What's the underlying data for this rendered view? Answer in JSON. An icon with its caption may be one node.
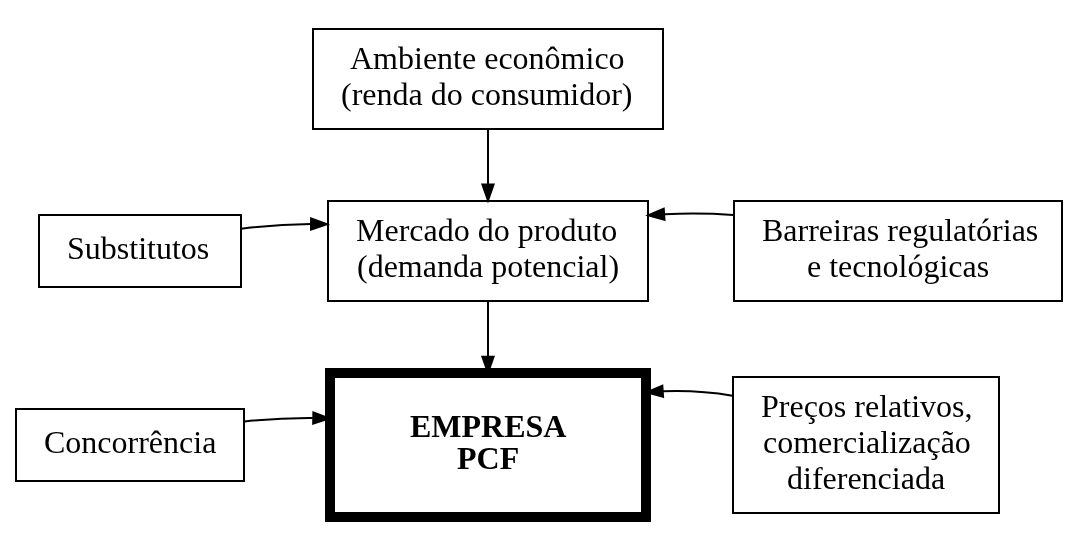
{
  "diagram": {
    "nodes": [
      {
        "text": [
          "Ambiente econômico (renda do consumidor)"
        ]
      },
      {
        "text": [
          "Substitutos"
        ]
      },
      {
        "text": [
          "Mercado do produto (demanda potencial)"
        ]
      },
      {
        "text": [
          "Barreiras regulatórias e tecnológicas"
        ]
      },
      {
        "text": [
          "Concorrência"
        ]
      },
      {
        "text": [
          "EMPRESA PCF"
        ]
      },
      {
        "text": [
          "Preços relativos, comercialização diferenciada"
        ]
      }
    ],
    "edges": [
      {
        "from": 0,
        "to": 2,
        "arrow": "to"
      },
      {
        "from": 1,
        "to": 2,
        "arrow": "to"
      },
      {
        "from": 3,
        "to": 2,
        "arrow": "to"
      },
      {
        "from": 2,
        "to": 5,
        "arrow": "to"
      },
      {
        "from": 4,
        "to": 5,
        "arrow": "to"
      },
      {
        "from": 6,
        "to": 5,
        "arrow": "to"
      }
    ]
  }
}
